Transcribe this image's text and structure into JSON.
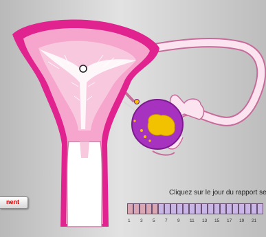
{
  "instruction": "Cliquez sur le jour du rapport se",
  "button": {
    "label": "nent"
  },
  "calendar": {
    "days": [
      {
        "n": "1",
        "phase": "red"
      },
      {
        "n": "2",
        "phase": "red"
      },
      {
        "n": "3",
        "phase": "red"
      },
      {
        "n": "4",
        "phase": "red"
      },
      {
        "n": "5",
        "phase": "red"
      },
      {
        "n": "6",
        "phase": "violet"
      },
      {
        "n": "7",
        "phase": "violet"
      },
      {
        "n": "8",
        "phase": "violet"
      },
      {
        "n": "9",
        "phase": "violet"
      },
      {
        "n": "10",
        "phase": "violet"
      },
      {
        "n": "11",
        "phase": "violet"
      },
      {
        "n": "12",
        "phase": "violet"
      },
      {
        "n": "13",
        "phase": "violet"
      },
      {
        "n": "14",
        "phase": "violet"
      },
      {
        "n": "15",
        "phase": "violet"
      },
      {
        "n": "16",
        "phase": "violet"
      },
      {
        "n": "17",
        "phase": "violet"
      },
      {
        "n": "18",
        "phase": "violet"
      },
      {
        "n": "19",
        "phase": "violet"
      },
      {
        "n": "20",
        "phase": "violet"
      },
      {
        "n": "21",
        "phase": "violet"
      },
      {
        "n": "22",
        "phase": "violet"
      }
    ],
    "labels": [
      "1",
      "3",
      "5",
      "7",
      "9",
      "11",
      "13",
      "15",
      "17",
      "19",
      "21"
    ]
  },
  "colors": {
    "uterus_outer": "#e0238f",
    "uterus_inner": "#f6a6cc",
    "ovary": "#a832c0",
    "follicle": "#f2c200",
    "tube": "#fbe3ef"
  }
}
